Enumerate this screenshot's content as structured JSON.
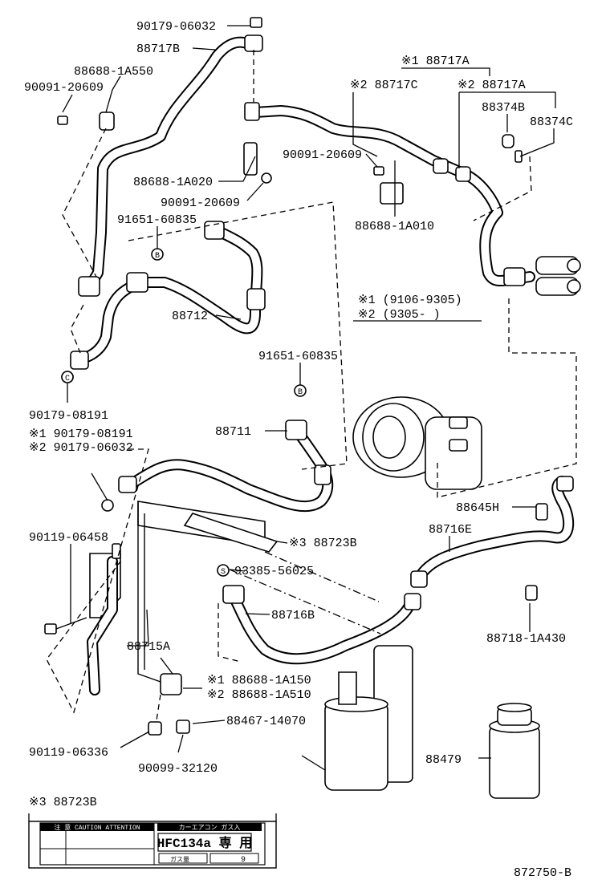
{
  "parts": {
    "p90179_06032_top": "90179-06032",
    "p88717B": "88717B",
    "p88688_1A550": "88688-1A550",
    "p90091_20609_a": "90091-20609",
    "p88717A_m1": "※1  88717A",
    "p88717C_m2": "※2  88717C",
    "p88717A_m2": "※2  88717A",
    "p88374B": "88374B",
    "p88374C": "88374C",
    "p90091_20609_b": "90091-20609",
    "p88688_1A020": "88688-1A020",
    "p90091_20609_c": "90091-20609",
    "p88688_1A010": "88688-1A010",
    "p91651_60835_a": "91651-60835",
    "p88712": "88712",
    "p91651_60835_b": "91651-60835",
    "p90179_08191_a": "90179-08191",
    "p88711": "88711",
    "p90179_08191_m1": "※1  90179-08191",
    "p90179_06032_m2": "※2  90179-06032",
    "p88723B": "※3 88723B",
    "p88645H": "88645H",
    "p88716E": "88716E",
    "p90119_06458": "90119-06458",
    "p93385_56025": "93385-56025",
    "p88716B": "88716B",
    "p88718_1A430": "88718-1A430",
    "p88715A": "88715A",
    "p88688_1A150_m1": "※1  88688-1A150",
    "p88688_1A510_m2": "※2  88688-1A510",
    "p88467_14070": "88467-14070",
    "p90119_06336": "90119-06336",
    "p90099_32120": "90099-32120",
    "p88479": "88479"
  },
  "callout_B": "B",
  "callout_S": "S",
  "callout_C": "C",
  "legend": {
    "row1": "※1  (9106-9305)",
    "row2": "※2  (9305-     )"
  },
  "label_box": {
    "title": "※3 88723B",
    "caution": "注 意  CAUTION  ATTENTION",
    "small_header": "カーエアコン ガス入",
    "refrigerant": "HFC134a 専 用",
    "cell_left": "ガス量",
    "cell_right": "9"
  },
  "figure_id": "872750-B"
}
